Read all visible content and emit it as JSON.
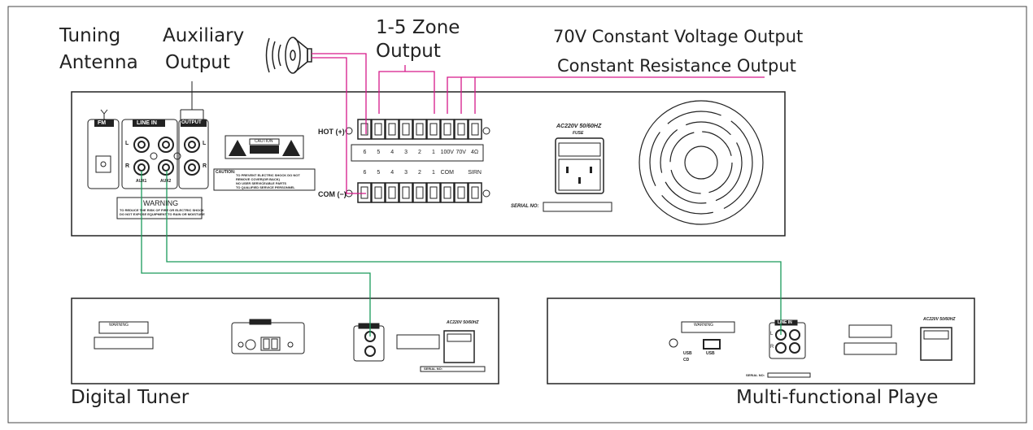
{
  "labels": {
    "tuning_antenna": [
      "Tuning",
      "Antenna"
    ],
    "auxiliary_output": [
      "Auxiliary",
      "Output"
    ],
    "zone_output": [
      "1-5 Zone",
      "Output"
    ],
    "constant_voltage": "70V Constant Voltage Output",
    "constant_resistance": "Constant Resistance Output",
    "digital_tuner": "Digital Tuner",
    "multi_player": "Multi-functional Playe"
  },
  "amplifier": {
    "fm": "FM",
    "line_in": "LINE IN",
    "output": "OUTPUT",
    "aux1": "AUX1",
    "aux2": "AUX2",
    "l": "L",
    "r": "R",
    "caution": "CAUTION",
    "caution_text": "CAUTION:",
    "caution_lines": [
      "TO PREVENT ELECTRIC SHOCK DO NOT",
      "REMOVE COVER(OR BACK)",
      "NO USER SERVICEABLE PARTS",
      "TO QUALIFIED SERVICE PERSONNEL"
    ],
    "warning": "WARNING",
    "warning_lines": [
      "TO REDUCE THE RISK OF FIRE OR ELECTRIC SHOCK",
      "DO NOT EXPOSE EQUIPMENT TO RAIN OR MOISTURE"
    ],
    "hot": "HOT (+)",
    "com": "COM (−)",
    "top_terminals": [
      "6",
      "5",
      "4",
      "3",
      "2",
      "1",
      "100V",
      "70V",
      "4Ω"
    ],
    "bottom_terminals": [
      "6",
      "5",
      "4",
      "3",
      "2",
      "1",
      "COM",
      "",
      "SIRN"
    ],
    "power": "AC220V 50/60HZ",
    "fuse": "FUSE",
    "serial": "SERIAL NO:"
  },
  "player": {
    "line_in": "LINE IN",
    "usb": "USB",
    "usb_cd": [
      "USB",
      "CD"
    ]
  },
  "colors": {
    "speaker_wire": "#d6198a",
    "signal_wire": "#1a9a5a",
    "panel": "#222222"
  }
}
